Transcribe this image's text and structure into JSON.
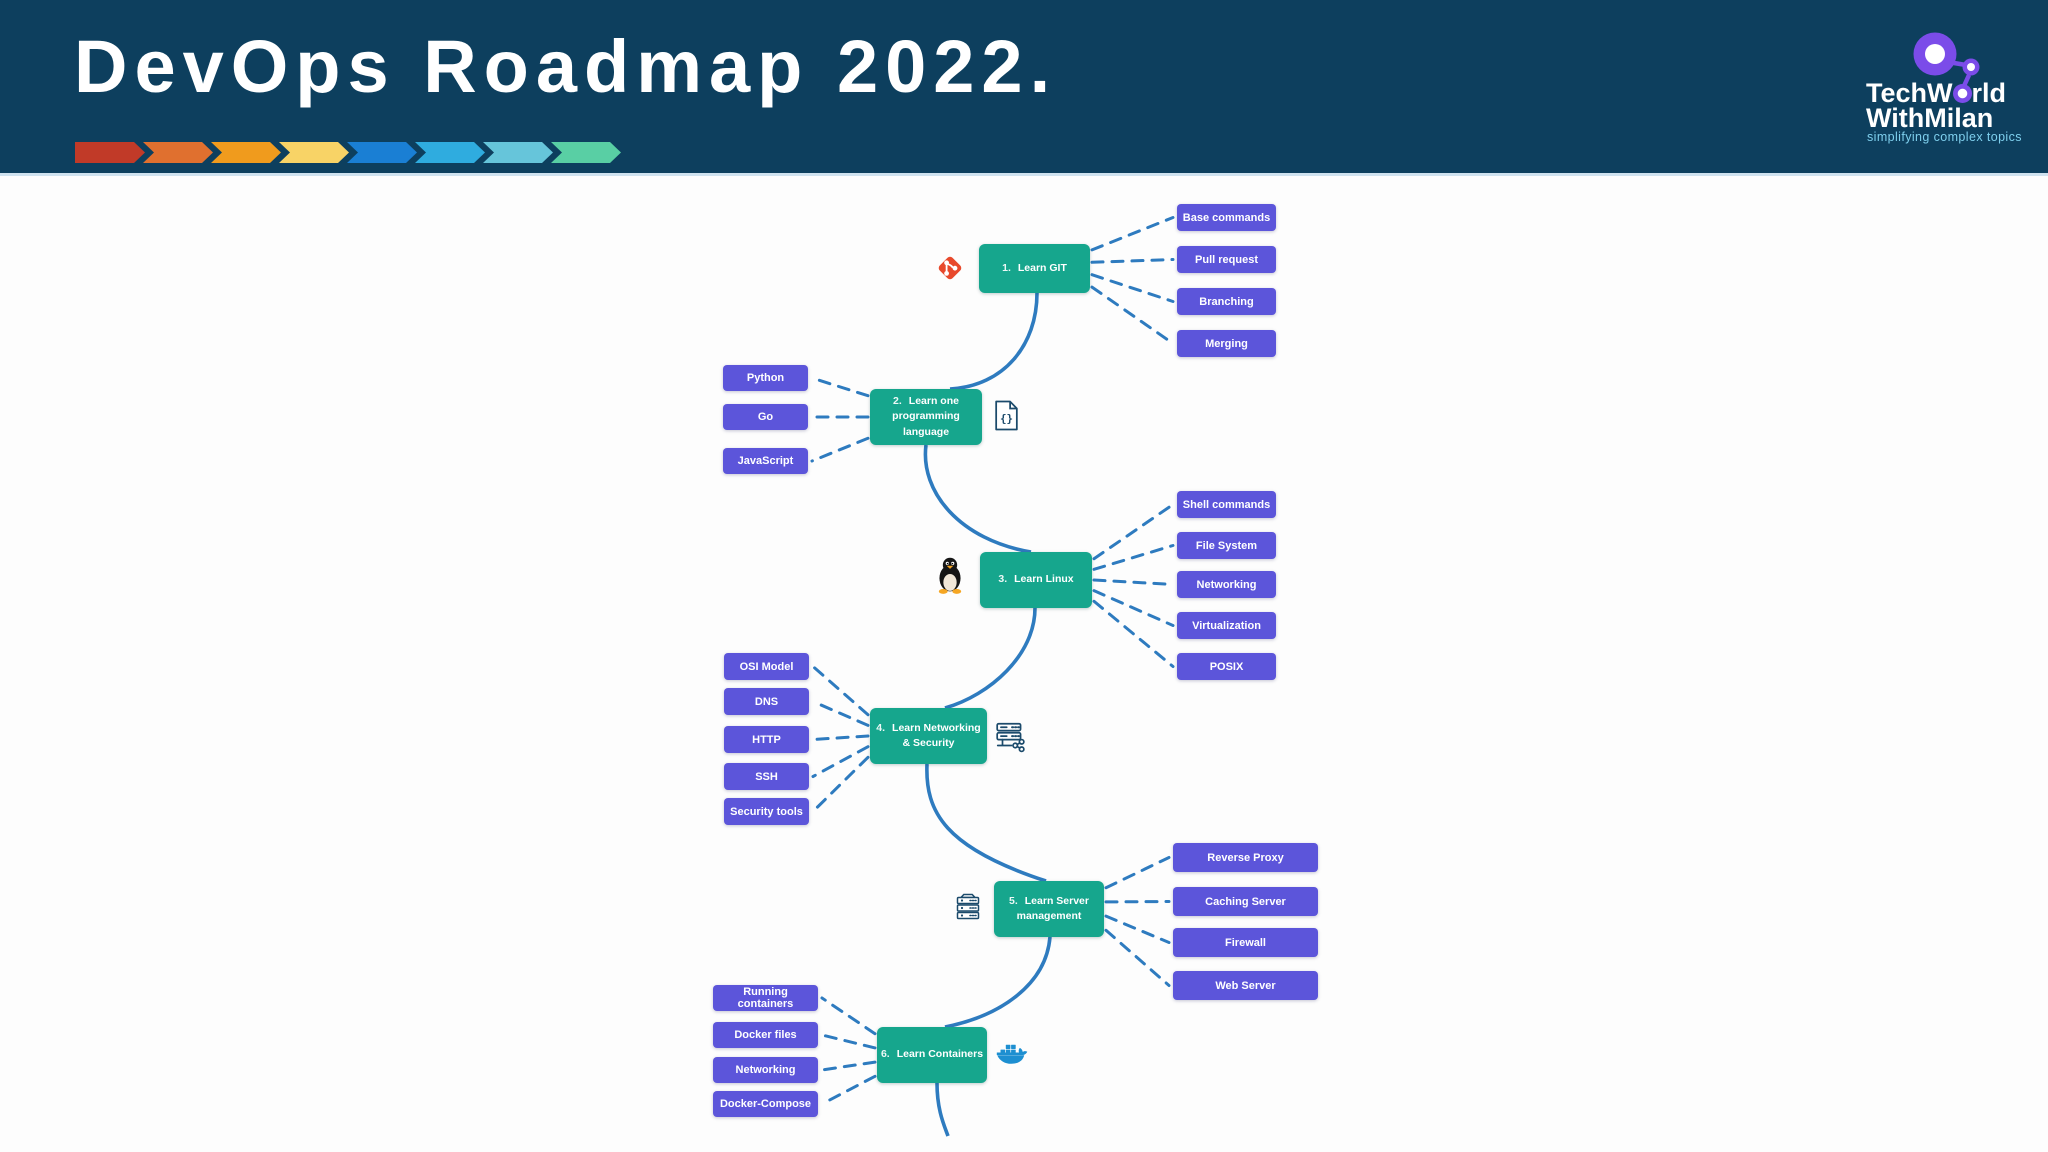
{
  "header": {
    "title": "DevOps Roadmap 2022.",
    "background_color": "#0d3f5e",
    "arrow_colors": [
      "#c13a28",
      "#e0702f",
      "#f09b1d",
      "#f8d366",
      "#1a7fd4",
      "#2facdf",
      "#66c5da",
      "#59cfa4"
    ]
  },
  "logo": {
    "brand_line1_prefix": "TechW",
    "brand_line1_suffix": "rld",
    "brand_line2": "WithMilan",
    "tagline": "simplifying complex topics",
    "accent_color": "#7b4ce9",
    "tagline_color": "#7ecfed"
  },
  "roadmap": {
    "node_color": "#16a68d",
    "leaf_color": "#5c55da",
    "connector_color": "#2e7bbf",
    "nodes": [
      {
        "number": "1.",
        "label": "Learn GIT",
        "icon": "git-icon",
        "children": [
          "Base commands",
          "Pull request",
          "Branching",
          "Merging"
        ]
      },
      {
        "number": "2.",
        "label": "Learn one programming language",
        "icon": "code-file-icon",
        "children": [
          "Python",
          "Go",
          "JavaScript"
        ]
      },
      {
        "number": "3.",
        "label": "Learn Linux",
        "icon": "linux-tux-icon",
        "children": [
          "Shell commands",
          "File System",
          "Networking",
          "Virtualization",
          "POSIX"
        ]
      },
      {
        "number": "4.",
        "label": "Learn Networking & Security",
        "icon": "network-server-icon",
        "children": [
          "OSI Model",
          "DNS",
          "HTTP",
          "SSH",
          "Security tools"
        ]
      },
      {
        "number": "5.",
        "label": "Learn Server management",
        "icon": "server-rack-icon",
        "children": [
          "Reverse Proxy",
          "Caching Server",
          "Firewall",
          "Web Server"
        ]
      },
      {
        "number": "6.",
        "label": "Learn Containers",
        "icon": "docker-whale-icon",
        "children": [
          "Running containers",
          "Docker files",
          "Networking",
          "Docker-Compose"
        ]
      }
    ]
  }
}
